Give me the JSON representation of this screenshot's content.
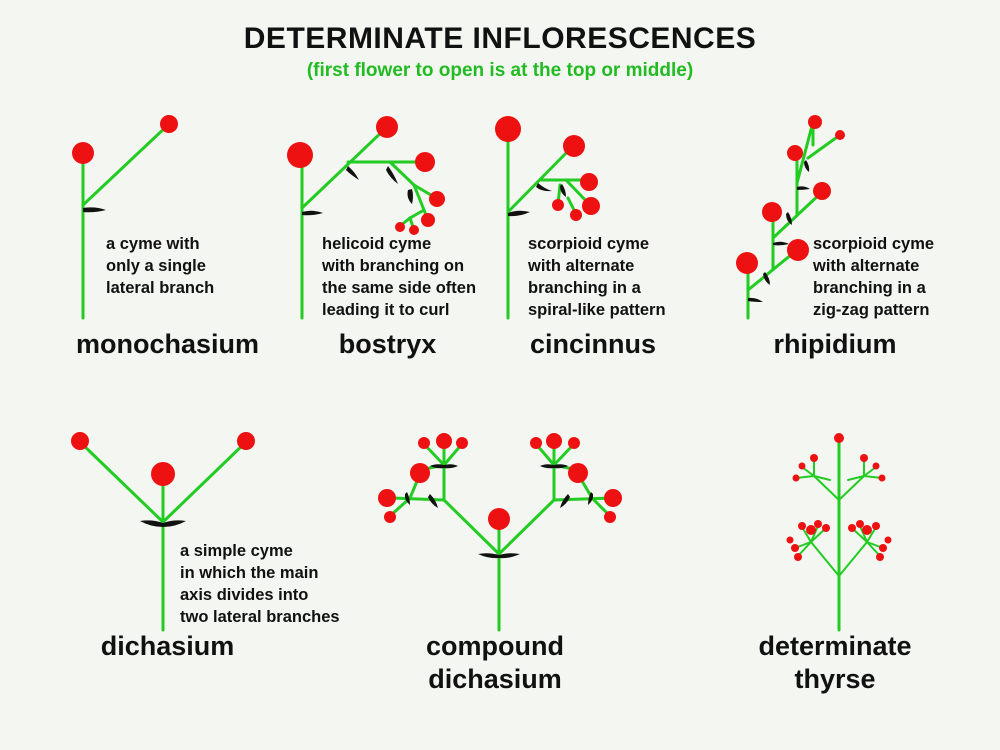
{
  "title": "DETERMINATE INFLORESCENCES",
  "subtitle": "(first flower to open is at the top or middle)",
  "colors": {
    "stem": "#22cc22",
    "flower": "#ee1111",
    "bract": "#111111",
    "subtitle": "#22bb22",
    "background": "#f4f6f2"
  },
  "types": {
    "monochasium": {
      "name": "monochasium",
      "desc": [
        "a cyme with",
        "only a single",
        "lateral branch"
      ]
    },
    "bostryx": {
      "name": "bostryx",
      "desc": [
        "helicoid cyme",
        "with branching on",
        "the same side often",
        "leading it to curl"
      ]
    },
    "cincinnus": {
      "name": "cincinnus",
      "desc": [
        "scorpioid cyme",
        "with alternate",
        "branching in a",
        "spiral-like pattern"
      ]
    },
    "rhipidium": {
      "name": "rhipidium",
      "desc": [
        "scorpioid cyme",
        "with alternate",
        "branching in a",
        "zig-zag pattern"
      ]
    },
    "dichasium": {
      "name": "dichasium",
      "desc": [
        "a simple cyme",
        "in which the main",
        "axis divides into",
        "two lateral branches"
      ]
    },
    "compound_dichasium": {
      "name": [
        "compound",
        "dichasium"
      ]
    },
    "determinate_thyrse": {
      "name": [
        "determinate",
        "thyrse"
      ]
    }
  }
}
